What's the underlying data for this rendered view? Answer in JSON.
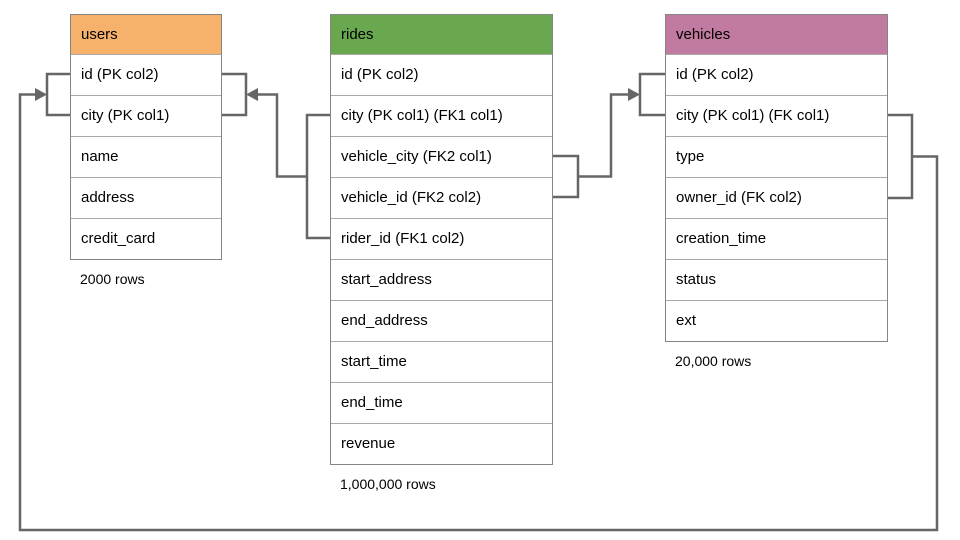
{
  "diagram": {
    "tables": [
      {
        "name": "users",
        "header_color": "#F6B26B",
        "columns": [
          "id (PK col2)",
          "city (PK col1)",
          "name",
          "address",
          "credit_card"
        ],
        "row_count": "2000 rows"
      },
      {
        "name": "rides",
        "header_color": "#6AA84F",
        "columns": [
          "id (PK col2)",
          "city (PK col1) (FK1 col1)",
          "vehicle_city (FK2 col1)",
          "vehicle_id (FK2 col2)",
          "rider_id (FK1 col2)",
          "start_address",
          "end_address",
          "start_time",
          "end_time",
          "revenue"
        ],
        "row_count": "1,000,000 rows"
      },
      {
        "name": "vehicles",
        "header_color": "#C27BA0",
        "columns": [
          "id (PK col2)",
          "city (PK col1) (FK col1)",
          "type",
          "owner_id (FK col2)",
          "creation_time",
          "status",
          "ext"
        ],
        "row_count": "20,000 rows"
      }
    ],
    "relationships": [
      {
        "label": "rides (city, rider_id) FK1 -> users (id, city)"
      },
      {
        "label": "rides (vehicle_city, vehicle_id) FK2 -> vehicles (id, city)"
      },
      {
        "label": "vehicles (city, owner_id) FK -> users (id, city)"
      }
    ],
    "colors": {
      "connector": "#666666",
      "table_border": "#848484",
      "background": "#ffffff"
    }
  }
}
